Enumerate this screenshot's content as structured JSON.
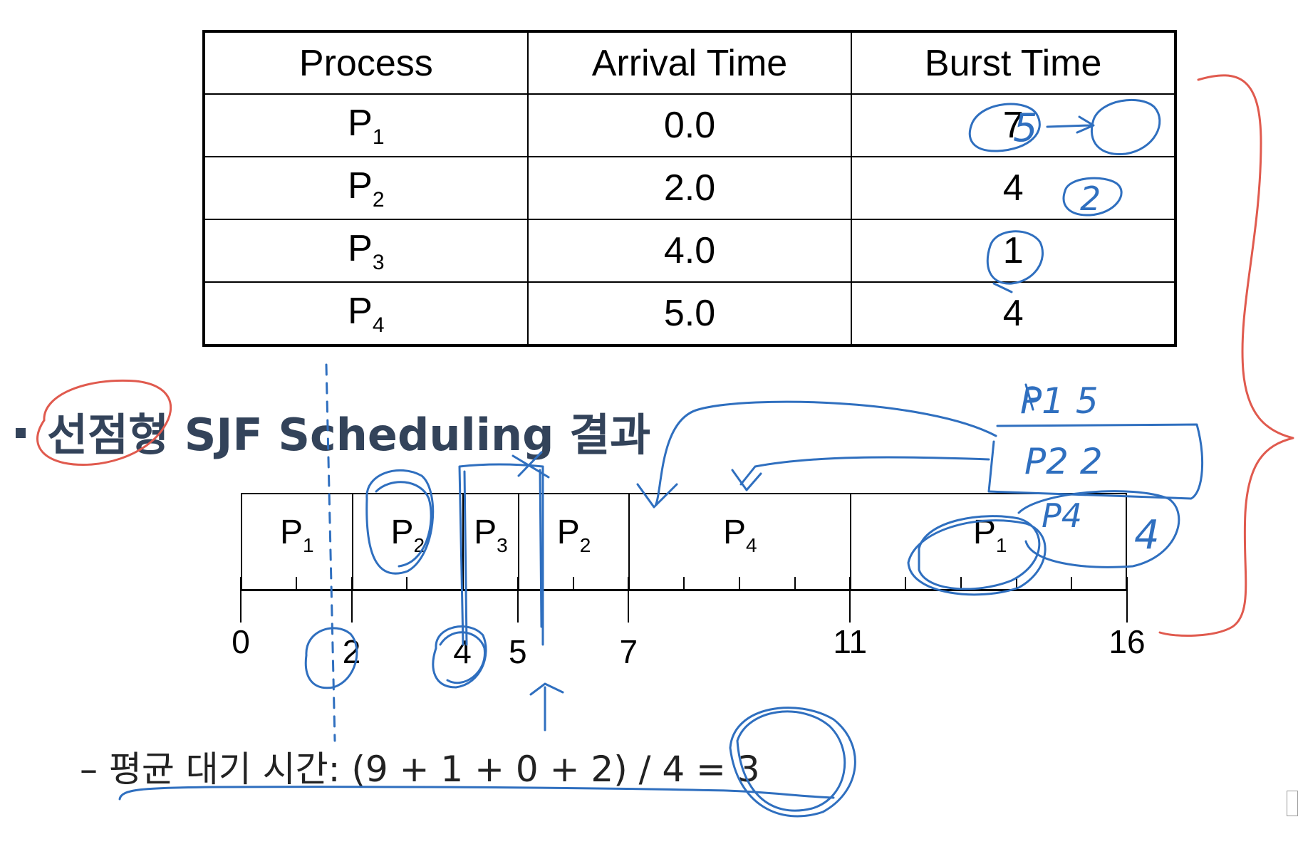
{
  "table": {
    "headers": [
      "Process",
      "Arrival Time",
      "Burst Time"
    ],
    "rows": [
      {
        "p": "P",
        "sub": "1",
        "arrival": "0.0",
        "burst": "7"
      },
      {
        "p": "P",
        "sub": "2",
        "arrival": "2.0",
        "burst": "4"
      },
      {
        "p": "P",
        "sub": "3",
        "arrival": "4.0",
        "burst": "1"
      },
      {
        "p": "P",
        "sub": "4",
        "arrival": "5.0",
        "burst": "4"
      }
    ]
  },
  "heading": "선점형 SJF Scheduling 결과",
  "gantt": {
    "segments": [
      {
        "p": "P",
        "sub": "1",
        "start": 0,
        "end": 2
      },
      {
        "p": "P",
        "sub": "2",
        "start": 2,
        "end": 4
      },
      {
        "p": "P",
        "sub": "3",
        "start": 4,
        "end": 5
      },
      {
        "p": "P",
        "sub": "2",
        "start": 5,
        "end": 7
      },
      {
        "p": "P",
        "sub": "4",
        "start": 7,
        "end": 11
      },
      {
        "p": "P",
        "sub": "1",
        "start": 11,
        "end": 16
      }
    ],
    "time_labels": [
      "0",
      "2",
      "4",
      "5",
      "7",
      "11",
      "16"
    ],
    "max_time": 16
  },
  "average_wait": "– 평균 대기 시간: (9 + 1 + 0 + 2) / 4 = 3",
  "annotations": {
    "ink_color": "#2f6fbf",
    "red_ink_color": "#e05a4e",
    "p1_remaining": "5",
    "p2_remaining": "2",
    "queue_p1": "P1 5",
    "queue_p2": "P2 2",
    "queue_p4": "P4",
    "queue_p4_burst": "4"
  }
}
